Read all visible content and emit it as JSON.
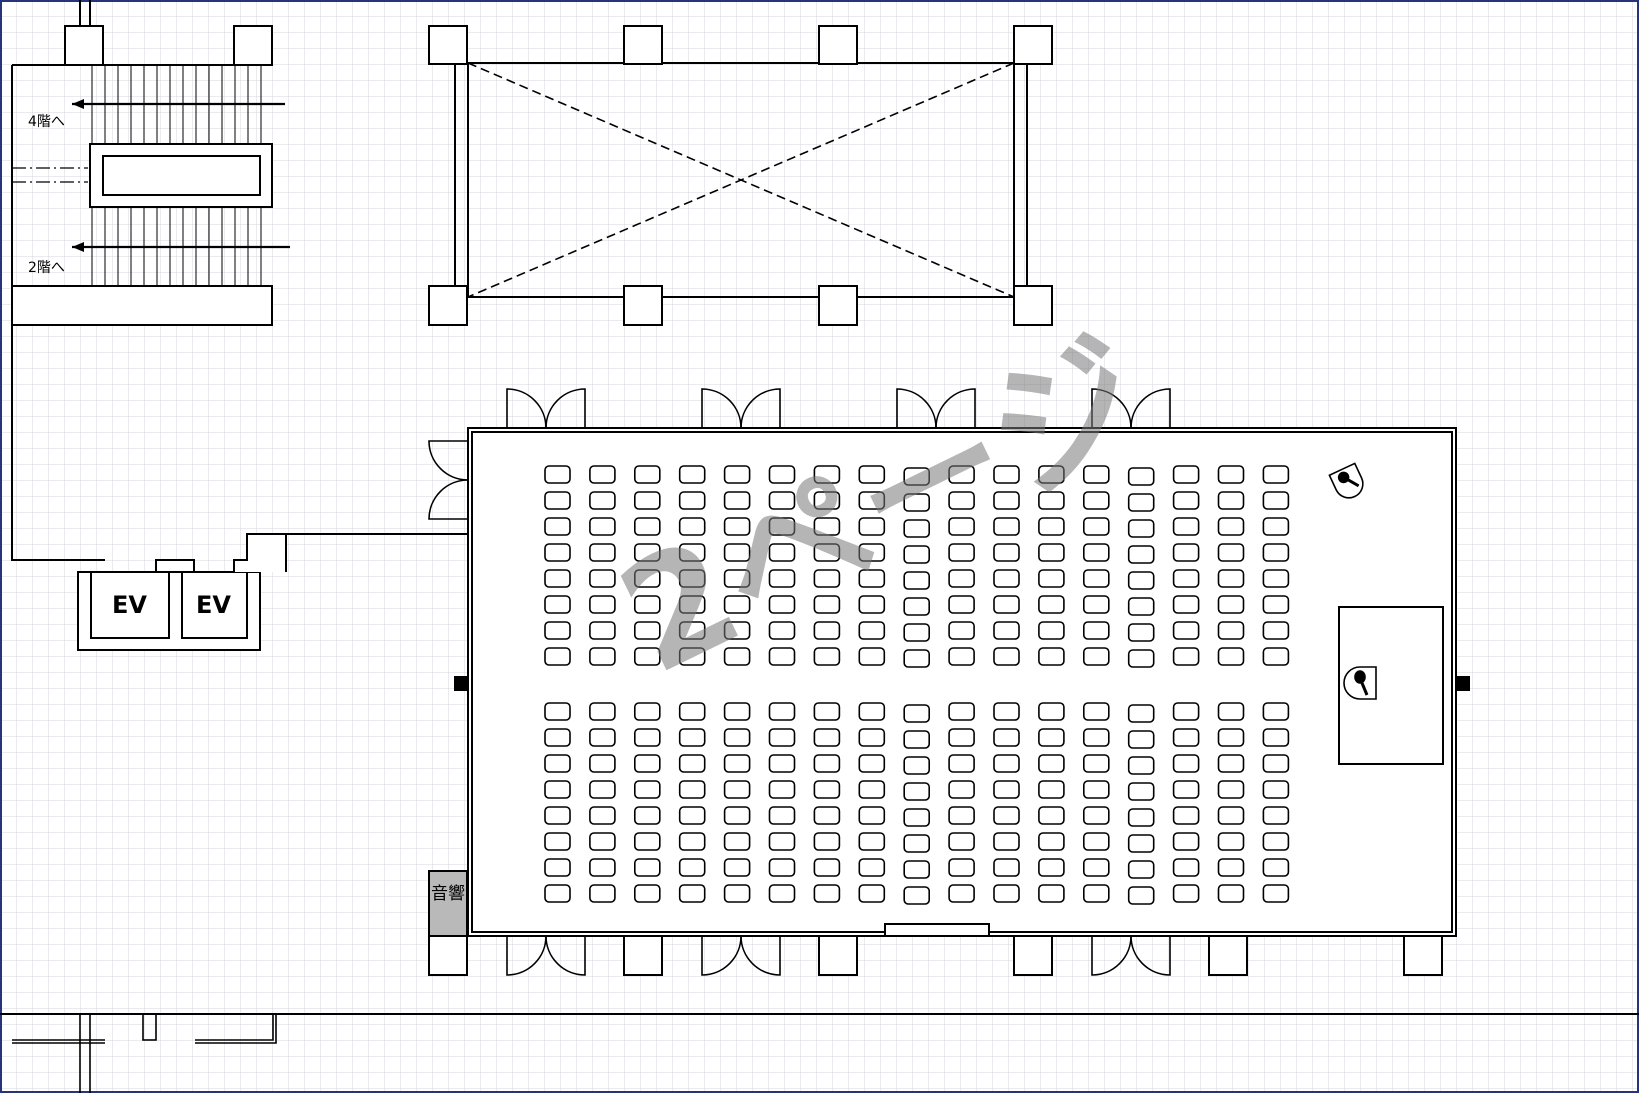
{
  "stairs": {
    "up_label": "4階へ",
    "down_label": "2階へ"
  },
  "elevators": [
    "EV",
    "EV"
  ],
  "sound_booth": {
    "label": "音響"
  },
  "watermark": {
    "text": "2ページ"
  },
  "seating": {
    "column_count": 17,
    "rows_per_block": 8,
    "block_count": 2
  },
  "icons": [
    "microphone-icon",
    "microphone-icon"
  ]
}
